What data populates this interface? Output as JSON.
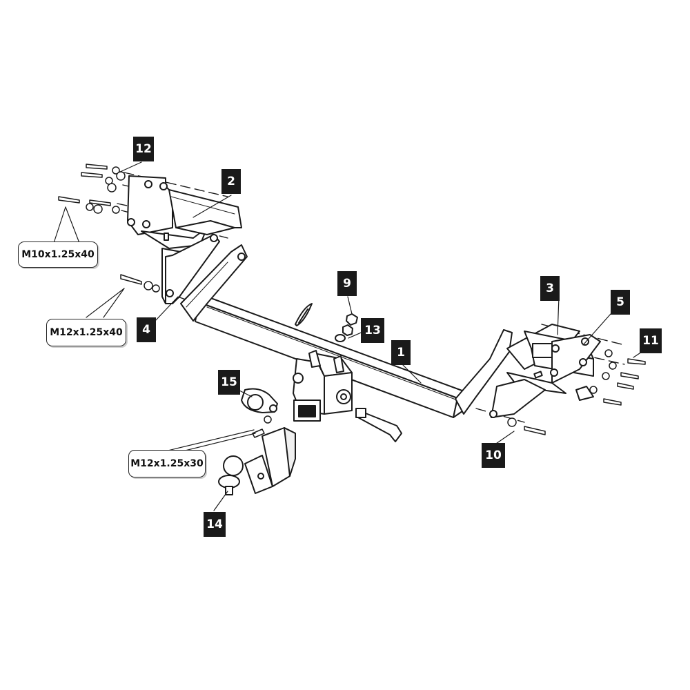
{
  "diagram": {
    "part_numbers": {
      "p1": "1",
      "p2": "2",
      "p3": "3",
      "p4": "4",
      "p5": "5",
      "p9": "9",
      "p10": "10",
      "p11": "11",
      "p12": "12",
      "p13": "13",
      "p14": "14",
      "p15": "15"
    },
    "bolt_specs": {
      "upper_left": "M10x1.25x40",
      "lower_left": "M12x1.25x40",
      "ball_mount": "M12x1.25x30"
    },
    "colors": {
      "line": "#1a1a1a",
      "label_bg": "#1a1a1a",
      "label_text": "#ffffff"
    }
  }
}
